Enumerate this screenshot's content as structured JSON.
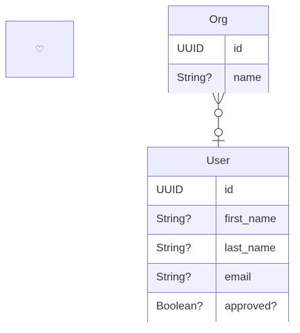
{
  "orphan_entity": {
    "icon": "heart-outline-icon",
    "glyph": "♡"
  },
  "entities": {
    "org": {
      "title": "Org",
      "attributes": [
        {
          "type": "UUID",
          "name": "id"
        },
        {
          "type": "String?",
          "name": "name"
        }
      ]
    },
    "user": {
      "title": "User",
      "attributes": [
        {
          "type": "UUID",
          "name": "id"
        },
        {
          "type": "String?",
          "name": "first_name"
        },
        {
          "type": "String?",
          "name": "last_name"
        },
        {
          "type": "String?",
          "name": "email"
        },
        {
          "type": "Boolean?",
          "name": "approved?"
        }
      ]
    }
  },
  "relationship": {
    "from": "Org",
    "to": "User",
    "from_cardinality": "zero-or-many",
    "to_cardinality": "zero-or-one"
  },
  "colors": {
    "border": "#9370db",
    "header_fill": "#ececff",
    "row_odd": "#ffffff",
    "row_even": "#f1f0ff",
    "line": "#333333"
  }
}
